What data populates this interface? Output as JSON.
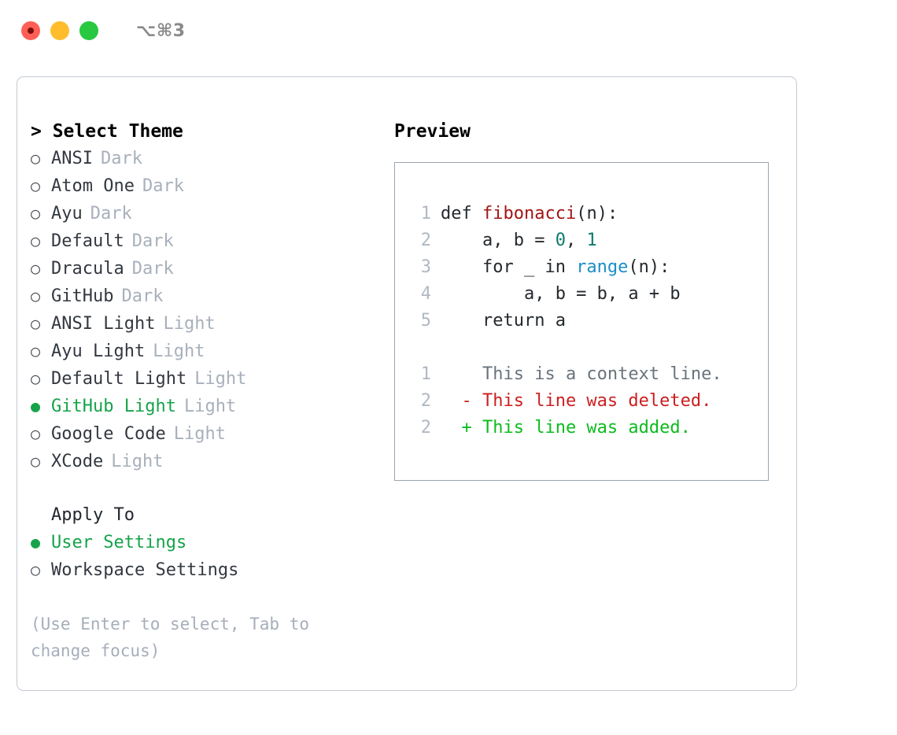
{
  "titlebar": {
    "shortcut": "⌥⌘3",
    "lights": [
      {
        "name": "close",
        "color": "#ff5f57"
      },
      {
        "name": "minimize",
        "color": "#ffbd2e"
      },
      {
        "name": "maximize",
        "color": "#28c840"
      }
    ]
  },
  "theme_picker": {
    "heading": "> Select Theme",
    "selected_marker": "●",
    "unselected_marker": "○",
    "items": [
      {
        "name": "ANSI",
        "mode": "Dark",
        "selected": false
      },
      {
        "name": "Atom One",
        "mode": "Dark",
        "selected": false
      },
      {
        "name": "Ayu",
        "mode": "Dark",
        "selected": false
      },
      {
        "name": "Default",
        "mode": "Dark",
        "selected": false
      },
      {
        "name": "Dracula",
        "mode": "Dark",
        "selected": false
      },
      {
        "name": "GitHub",
        "mode": "Dark",
        "selected": false
      },
      {
        "name": "ANSI Light",
        "mode": "Light",
        "selected": false
      },
      {
        "name": "Ayu Light",
        "mode": "Light",
        "selected": false
      },
      {
        "name": "Default Light",
        "mode": "Light",
        "selected": false
      },
      {
        "name": "GitHub Light",
        "mode": "Light",
        "selected": true
      },
      {
        "name": "Google Code",
        "mode": "Light",
        "selected": false
      },
      {
        "name": "XCode",
        "mode": "Light",
        "selected": false
      }
    ]
  },
  "apply_to": {
    "heading": "Apply To",
    "items": [
      {
        "name": "User Settings",
        "selected": true
      },
      {
        "name": "Workspace Settings",
        "selected": false
      }
    ]
  },
  "hint": "(Use Enter to select, Tab to change focus)",
  "preview": {
    "title": "Preview",
    "code_lines": [
      {
        "ln": "1",
        "parts": [
          {
            "t": "def ",
            "k": "plain"
          },
          {
            "t": "fibonacci",
            "k": "fn"
          },
          {
            "t": "(n):",
            "k": "plain"
          }
        ]
      },
      {
        "ln": "2",
        "parts": [
          {
            "t": "    a, b = ",
            "k": "plain"
          },
          {
            "t": "0",
            "k": "num"
          },
          {
            "t": ", ",
            "k": "plain"
          },
          {
            "t": "1",
            "k": "num"
          }
        ]
      },
      {
        "ln": "3",
        "parts": [
          {
            "t": "    for _ in ",
            "k": "plain"
          },
          {
            "t": "range",
            "k": "call"
          },
          {
            "t": "(n):",
            "k": "plain"
          }
        ]
      },
      {
        "ln": "4",
        "parts": [
          {
            "t": "        a, b = b, a + b",
            "k": "plain"
          }
        ]
      },
      {
        "ln": "5",
        "parts": [
          {
            "t": "    return a",
            "k": "plain"
          }
        ]
      }
    ],
    "diff_lines": [
      {
        "ln": "1",
        "sign": " ",
        "text": "This is a context line.",
        "kind": "context"
      },
      {
        "ln": "2",
        "sign": "-",
        "text": "This line was deleted.",
        "kind": "deleted"
      },
      {
        "ln": "2",
        "sign": "+",
        "text": "This line was added.",
        "kind": "added"
      }
    ]
  },
  "colors": {
    "accent_green": "#16a34a",
    "muted": "#a8b0bb",
    "syntax_function": "#a31515",
    "syntax_number": "#0c7a6b",
    "syntax_call": "#1a8fc9",
    "diff_deleted": "#cc1f1f",
    "diff_added": "#0dbb1e",
    "panel_border": "#c3cad4",
    "preview_border": "#9aa5b1"
  }
}
